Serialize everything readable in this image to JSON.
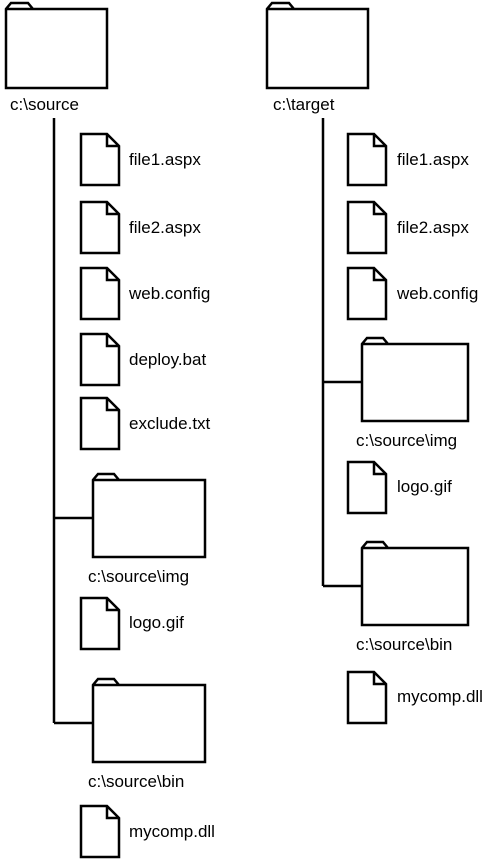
{
  "source": {
    "root": {
      "label": "c:\\source",
      "icon": "folder-icon"
    },
    "files": [
      {
        "label": "file1.aspx",
        "icon": "file-icon"
      },
      {
        "label": "file2.aspx",
        "icon": "file-icon"
      },
      {
        "label": "web.config",
        "icon": "file-icon"
      },
      {
        "label": "deploy.bat",
        "icon": "file-icon"
      },
      {
        "label": "exclude.txt",
        "icon": "file-icon"
      }
    ],
    "img_folder": {
      "label": "c:\\source\\img",
      "icon": "folder-icon"
    },
    "img_files": [
      {
        "label": "logo.gif",
        "icon": "file-icon"
      }
    ],
    "bin_folder": {
      "label": "c:\\source\\bin",
      "icon": "folder-icon"
    },
    "bin_files": [
      {
        "label": "mycomp.dll",
        "icon": "file-icon"
      }
    ]
  },
  "target": {
    "root": {
      "label": "c:\\target",
      "icon": "folder-icon"
    },
    "files": [
      {
        "label": "file1.aspx",
        "icon": "file-icon"
      },
      {
        "label": "file2.aspx",
        "icon": "file-icon"
      },
      {
        "label": "web.config",
        "icon": "file-icon"
      }
    ],
    "img_folder": {
      "label": "c:\\source\\img",
      "icon": "folder-icon"
    },
    "img_files": [
      {
        "label": "logo.gif",
        "icon": "file-icon"
      }
    ],
    "bin_folder": {
      "label": "c:\\source\\bin",
      "icon": "folder-icon"
    },
    "bin_files": [
      {
        "label": "mycomp.dll",
        "icon": "file-icon"
      }
    ]
  }
}
